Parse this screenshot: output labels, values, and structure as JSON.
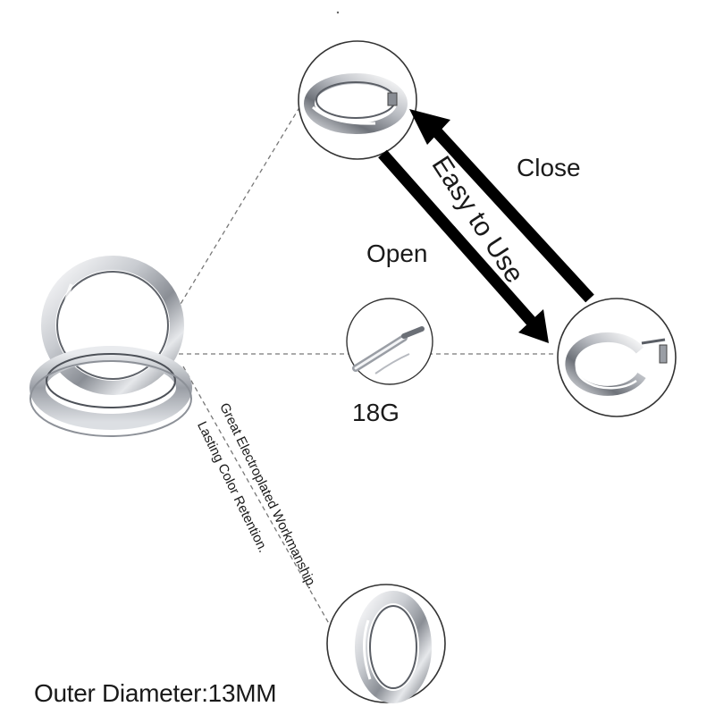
{
  "labels": {
    "close": "Close",
    "open": "Open",
    "easy_to_use": "Easy to Use",
    "gauge": "18G",
    "workmanship": "Great Electroplated Workmanship.",
    "color_retention": "Lasting Color Retention.",
    "outer_diameter": "Outer Diameter:13MM"
  },
  "icons": {
    "arrow_close": "arrow-up-left-icon",
    "arrow_open": "arrow-down-right-icon"
  },
  "colors": {
    "arrow": "#000000",
    "metal_light": "#f2f3f5",
    "metal_mid": "#b9bcc2",
    "metal_dark": "#6b6f76",
    "dash_line": "#777777"
  }
}
